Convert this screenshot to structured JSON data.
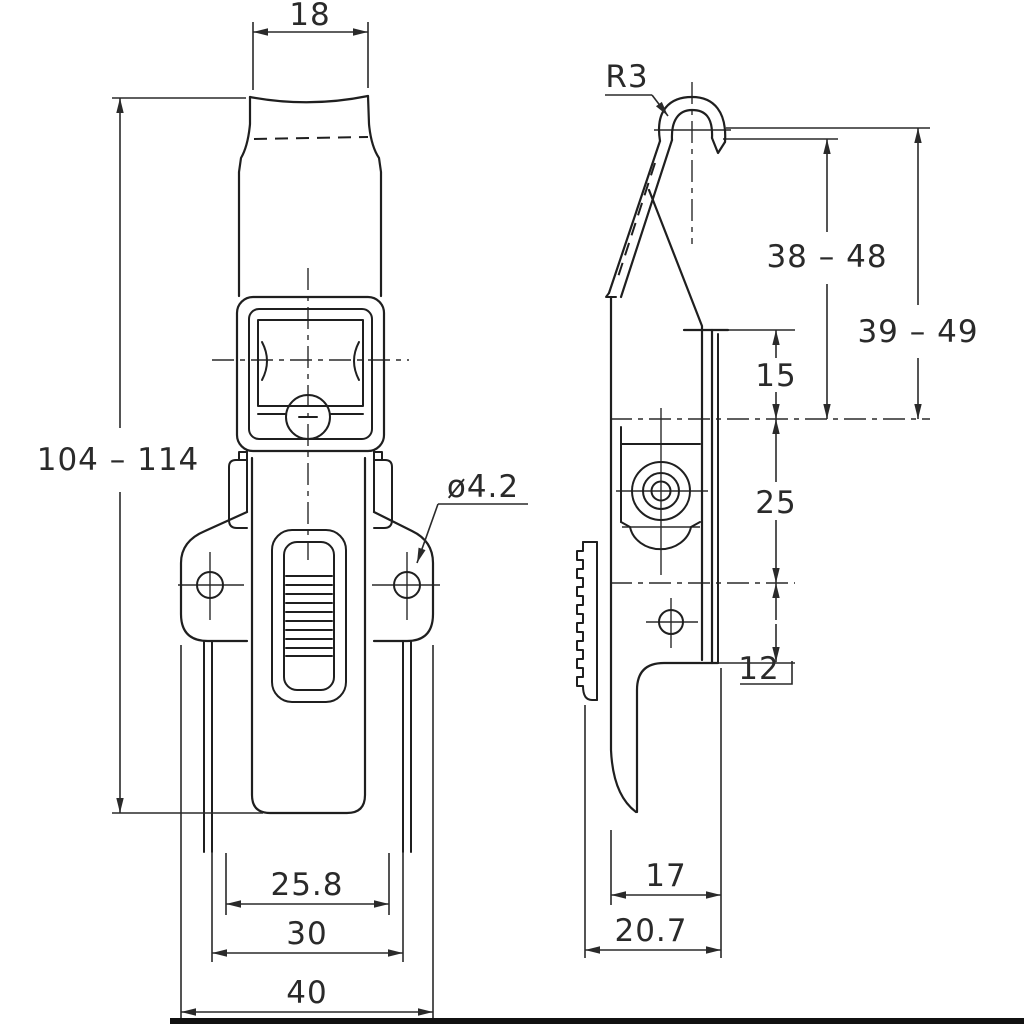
{
  "drawing": {
    "front_view": {
      "top_width": "18",
      "overall_height": "104 – 114",
      "hole_diameter": "ø4.2",
      "slot_width": "25.8",
      "body_width": "30",
      "base_width": "40"
    },
    "side_view": {
      "hook_radius": "R3",
      "hook_height_range_a": "38 – 48",
      "hook_height_range_b": "39 – 49",
      "plate_top_offset": "15",
      "hole_pitch": "25",
      "lower_offset": "12",
      "inner_depth": "17",
      "overall_depth": "20.7"
    },
    "colors": {
      "line": "#1f1f1f",
      "background": "#ffffff"
    }
  }
}
